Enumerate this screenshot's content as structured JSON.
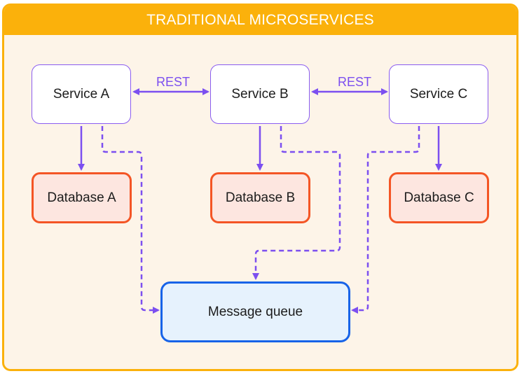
{
  "title": "TRADITIONAL MICROSERVICES",
  "services": [
    {
      "label": "Service A"
    },
    {
      "label": "Service B"
    },
    {
      "label": "Service C"
    }
  ],
  "databases": [
    {
      "label": "Database A"
    },
    {
      "label": "Database B"
    },
    {
      "label": "Database C"
    }
  ],
  "queue": {
    "label": "Message queue"
  },
  "edges": {
    "a_b_label": "REST",
    "b_c_label": "REST"
  },
  "colors": {
    "header": "#fbb10b",
    "background": "#fdf4e8",
    "arrow": "#7c4ff0",
    "service_border": "#8a5cf0",
    "database_border": "#f45525",
    "database_fill": "#fde6e0",
    "queue_border": "#1763e8",
    "queue_fill": "#e6f2fd"
  }
}
